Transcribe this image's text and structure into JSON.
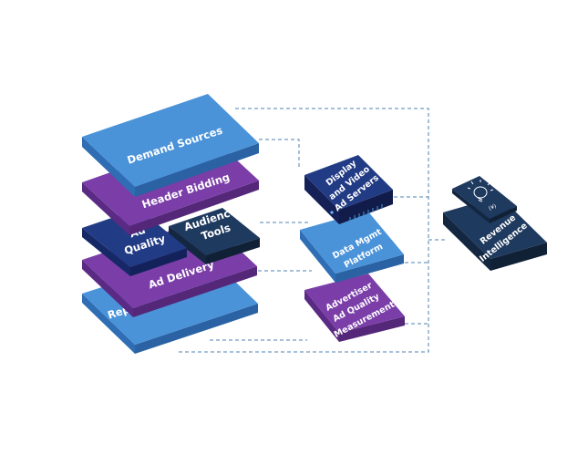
{
  "blocks": {
    "demand_sources": "Demand Sources",
    "header_bidding": "Header Bidding",
    "ad_quality_1": "Ad",
    "ad_quality_2": "Quality",
    "audience_tools_1": "Audience",
    "audience_tools_2": "Tools",
    "ad_delivery": "Ad Delivery",
    "reporting_analytics": "Reporting & Analytics",
    "ad_servers_1": "Display",
    "ad_servers_2": "and Video",
    "ad_servers_3": "Ad Servers",
    "data_mgmt_1": "Data Mgmt",
    "data_mgmt_2": "Platform",
    "advertiser_1": "Advertiser",
    "advertiser_2": "Ad Quality",
    "advertiser_3": "Measurement",
    "revenue_1": "Revenue",
    "revenue_2": "Intelligence",
    "bulb_badge": "(¥)"
  },
  "colors": {
    "blue_top": "#4a93d9",
    "blue_side": "#2f6db4",
    "purple_top": "#7b3ea8",
    "purple_side": "#5b2a84",
    "navy_top": "#223b85",
    "navy_side": "#162866",
    "dark_top": "#1f3a5f",
    "dark_side": "#142741",
    "connector": "#4f82b4"
  }
}
